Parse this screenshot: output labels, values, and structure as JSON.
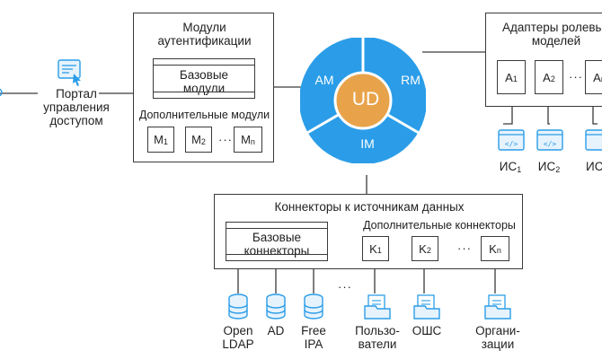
{
  "portal": {
    "label": "Портал\nуправления\nдоступом"
  },
  "auth": {
    "title": "Модули\nаутентификации",
    "base": "Базовые\nмодули",
    "extra_title": "Дополнительные модули",
    "modules": [
      {
        "l": "M",
        "s": "1"
      },
      {
        "l": "M",
        "s": "2"
      },
      {
        "l": "M",
        "s": "n"
      }
    ],
    "dots": "···"
  },
  "center": {
    "core": "UD",
    "am": "AM",
    "rm": "RM",
    "im": "IM",
    "colors": {
      "ring": "#2b9de8",
      "core": "#e8a34a"
    }
  },
  "adapters": {
    "title": "Адаптеры ролевых\nмоделей",
    "items": [
      {
        "l": "A",
        "s": "1"
      },
      {
        "l": "A",
        "s": "2"
      },
      {
        "l": "A",
        "s": "n"
      }
    ],
    "dots": "···",
    "systems": [
      {
        "l": "ИС",
        "s": "1"
      },
      {
        "l": "ИС",
        "s": "2"
      },
      {
        "l": "ИС",
        "s": "n"
      }
    ]
  },
  "connectors": {
    "title": "Коннекторы к источникам данных",
    "base": "Базовые\nконнекторы",
    "extra_title": "Дополнительные коннекторы",
    "items": [
      {
        "l": "K",
        "s": "1"
      },
      {
        "l": "K",
        "s": "2"
      },
      {
        "l": "K",
        "s": "n"
      }
    ],
    "dots": "···"
  },
  "sources": {
    "dbs": [
      "Open\nLDAP",
      "AD",
      "Free\nIPA"
    ],
    "dots": "···",
    "files": [
      "Пользо-\nватели",
      "ОШС",
      "Органи-\nзации"
    ]
  }
}
